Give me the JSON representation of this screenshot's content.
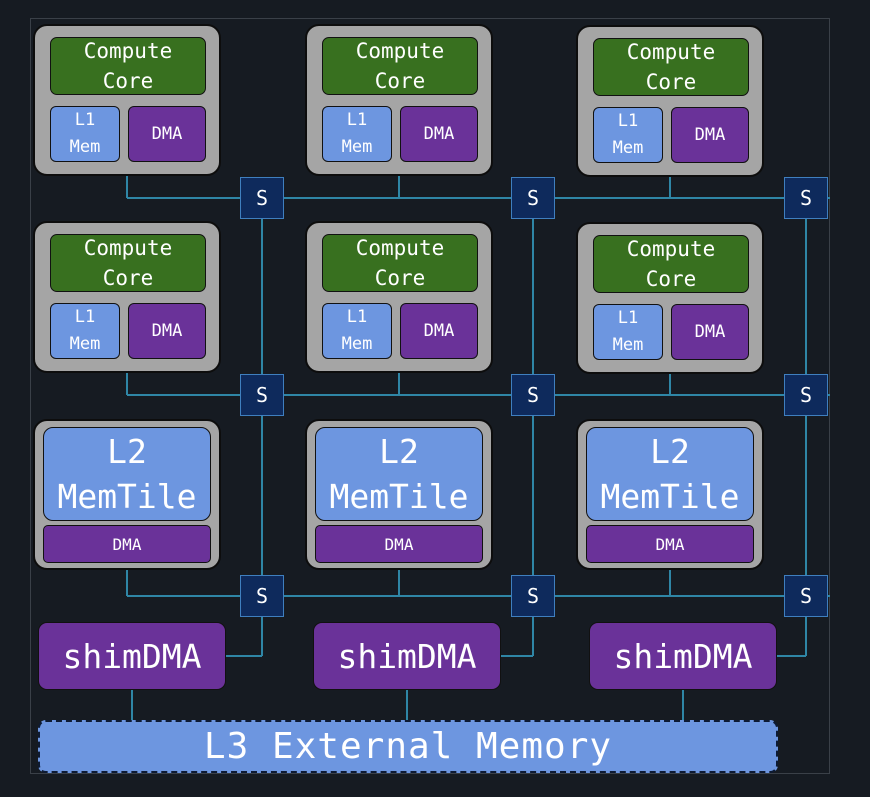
{
  "colors": {
    "background": "#161b22",
    "tile_bg": "#a5a5a5",
    "compute_core": "#38701f",
    "memory": "#6d96e0",
    "dma": "#6a3299",
    "switch": "#0e2a5c",
    "wire": "#2f86a6"
  },
  "labels": {
    "compute_core": "Compute\nCore",
    "l1_mem": "L1\nMem",
    "dma": "DMA",
    "l2_memtile": "L2\nMemTile",
    "switch": "S",
    "shim_dma": "shimDMA",
    "l3": "L3 External Memory"
  },
  "grid": {
    "columns": 3,
    "compute_rows": 2,
    "memtile_rows": 1,
    "shim_rows": 1
  }
}
